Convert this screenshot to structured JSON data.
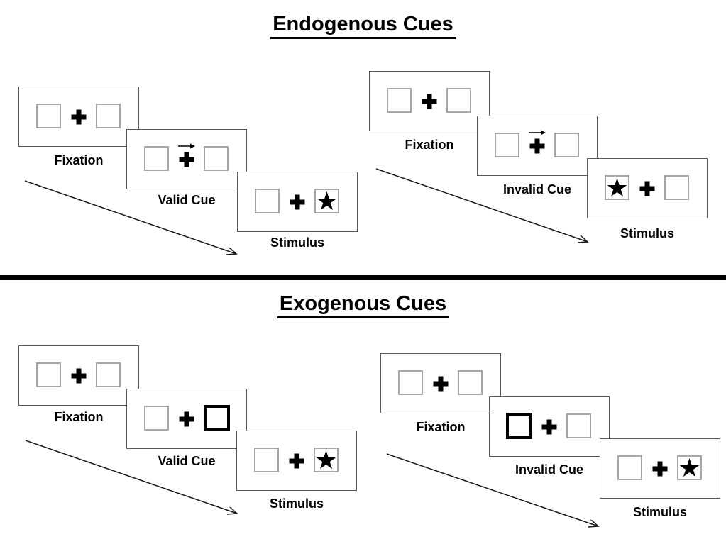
{
  "diagram": "Posner spatial cueing task: endogenous vs exogenous cues",
  "glyphs": {
    "star": "★"
  },
  "colors": {
    "background": "#ffffff",
    "panel_border": "#595959",
    "box_border": "#a6a6a6",
    "cue_box_border": "#000000",
    "text": "#000000",
    "divider": "#000000",
    "arrow": "#1a1a1a"
  },
  "sections": [
    {
      "title": "Endogenous Cues",
      "groups": [
        {
          "name": "valid-trial",
          "panels": [
            {
              "label": "Fixation",
              "cue": "none",
              "star": "none"
            },
            {
              "label": "Valid Cue",
              "cue": "arrow-right",
              "star": "none"
            },
            {
              "label": "Stimulus",
              "cue": "none",
              "star": "right"
            }
          ]
        },
        {
          "name": "invalid-trial",
          "panels": [
            {
              "label": "Fixation",
              "cue": "none",
              "star": "none"
            },
            {
              "label": "Invalid Cue",
              "cue": "arrow-right",
              "star": "none"
            },
            {
              "label": "Stimulus",
              "cue": "none",
              "star": "left"
            }
          ]
        }
      ]
    },
    {
      "title": "Exogenous Cues",
      "groups": [
        {
          "name": "valid-trial",
          "panels": [
            {
              "label": "Fixation",
              "cue": "none",
              "star": "none"
            },
            {
              "label": "Valid Cue",
              "cue": "box-right",
              "star": "none"
            },
            {
              "label": "Stimulus",
              "cue": "none",
              "star": "right"
            }
          ]
        },
        {
          "name": "invalid-trial",
          "panels": [
            {
              "label": "Fixation",
              "cue": "none",
              "star": "none"
            },
            {
              "label": "Invalid Cue",
              "cue": "box-left",
              "star": "none"
            },
            {
              "label": "Stimulus",
              "cue": "none",
              "star": "right"
            }
          ]
        }
      ]
    }
  ]
}
